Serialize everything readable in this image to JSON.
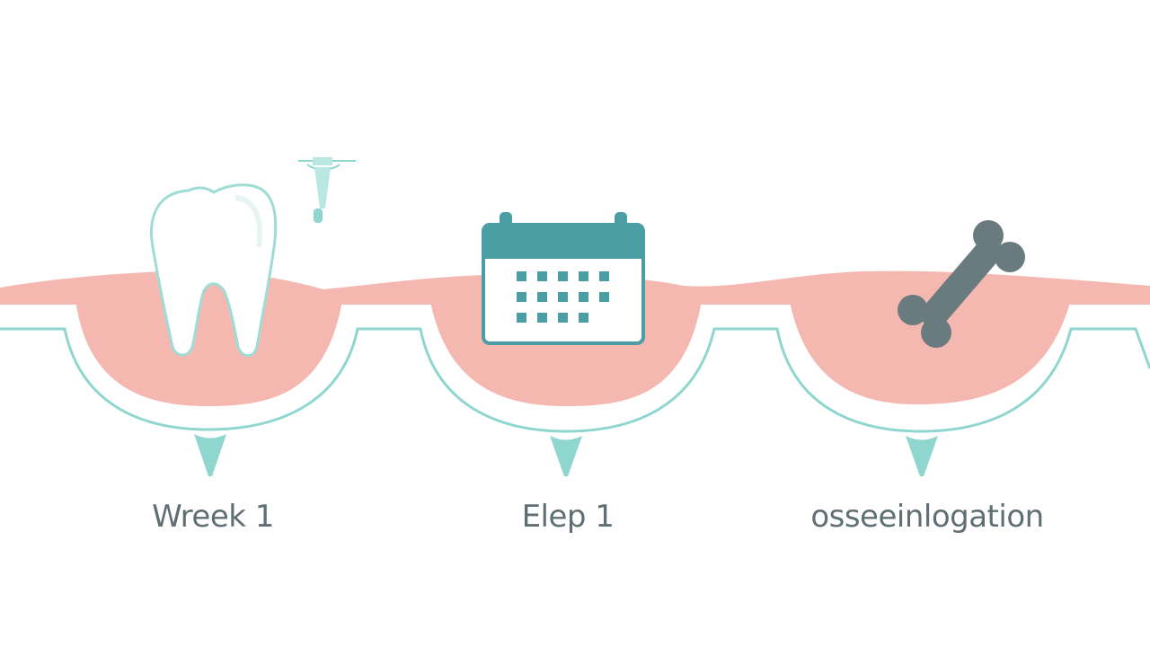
{
  "colors": {
    "background": "#ffffff",
    "gum": "#f4b8b0",
    "teal_line": "#8fd6cf",
    "calendar_teal": "#4a9ea4",
    "bone_gray": "#6a7b80",
    "label_text": "#5f6f74"
  },
  "stages": [
    {
      "label": "Wreek 1",
      "icon": "tooth-with-implant-icon"
    },
    {
      "label": "Elep 1",
      "icon": "calendar-icon"
    },
    {
      "label": "osseeinlogation",
      "icon": "bone-icon"
    }
  ]
}
